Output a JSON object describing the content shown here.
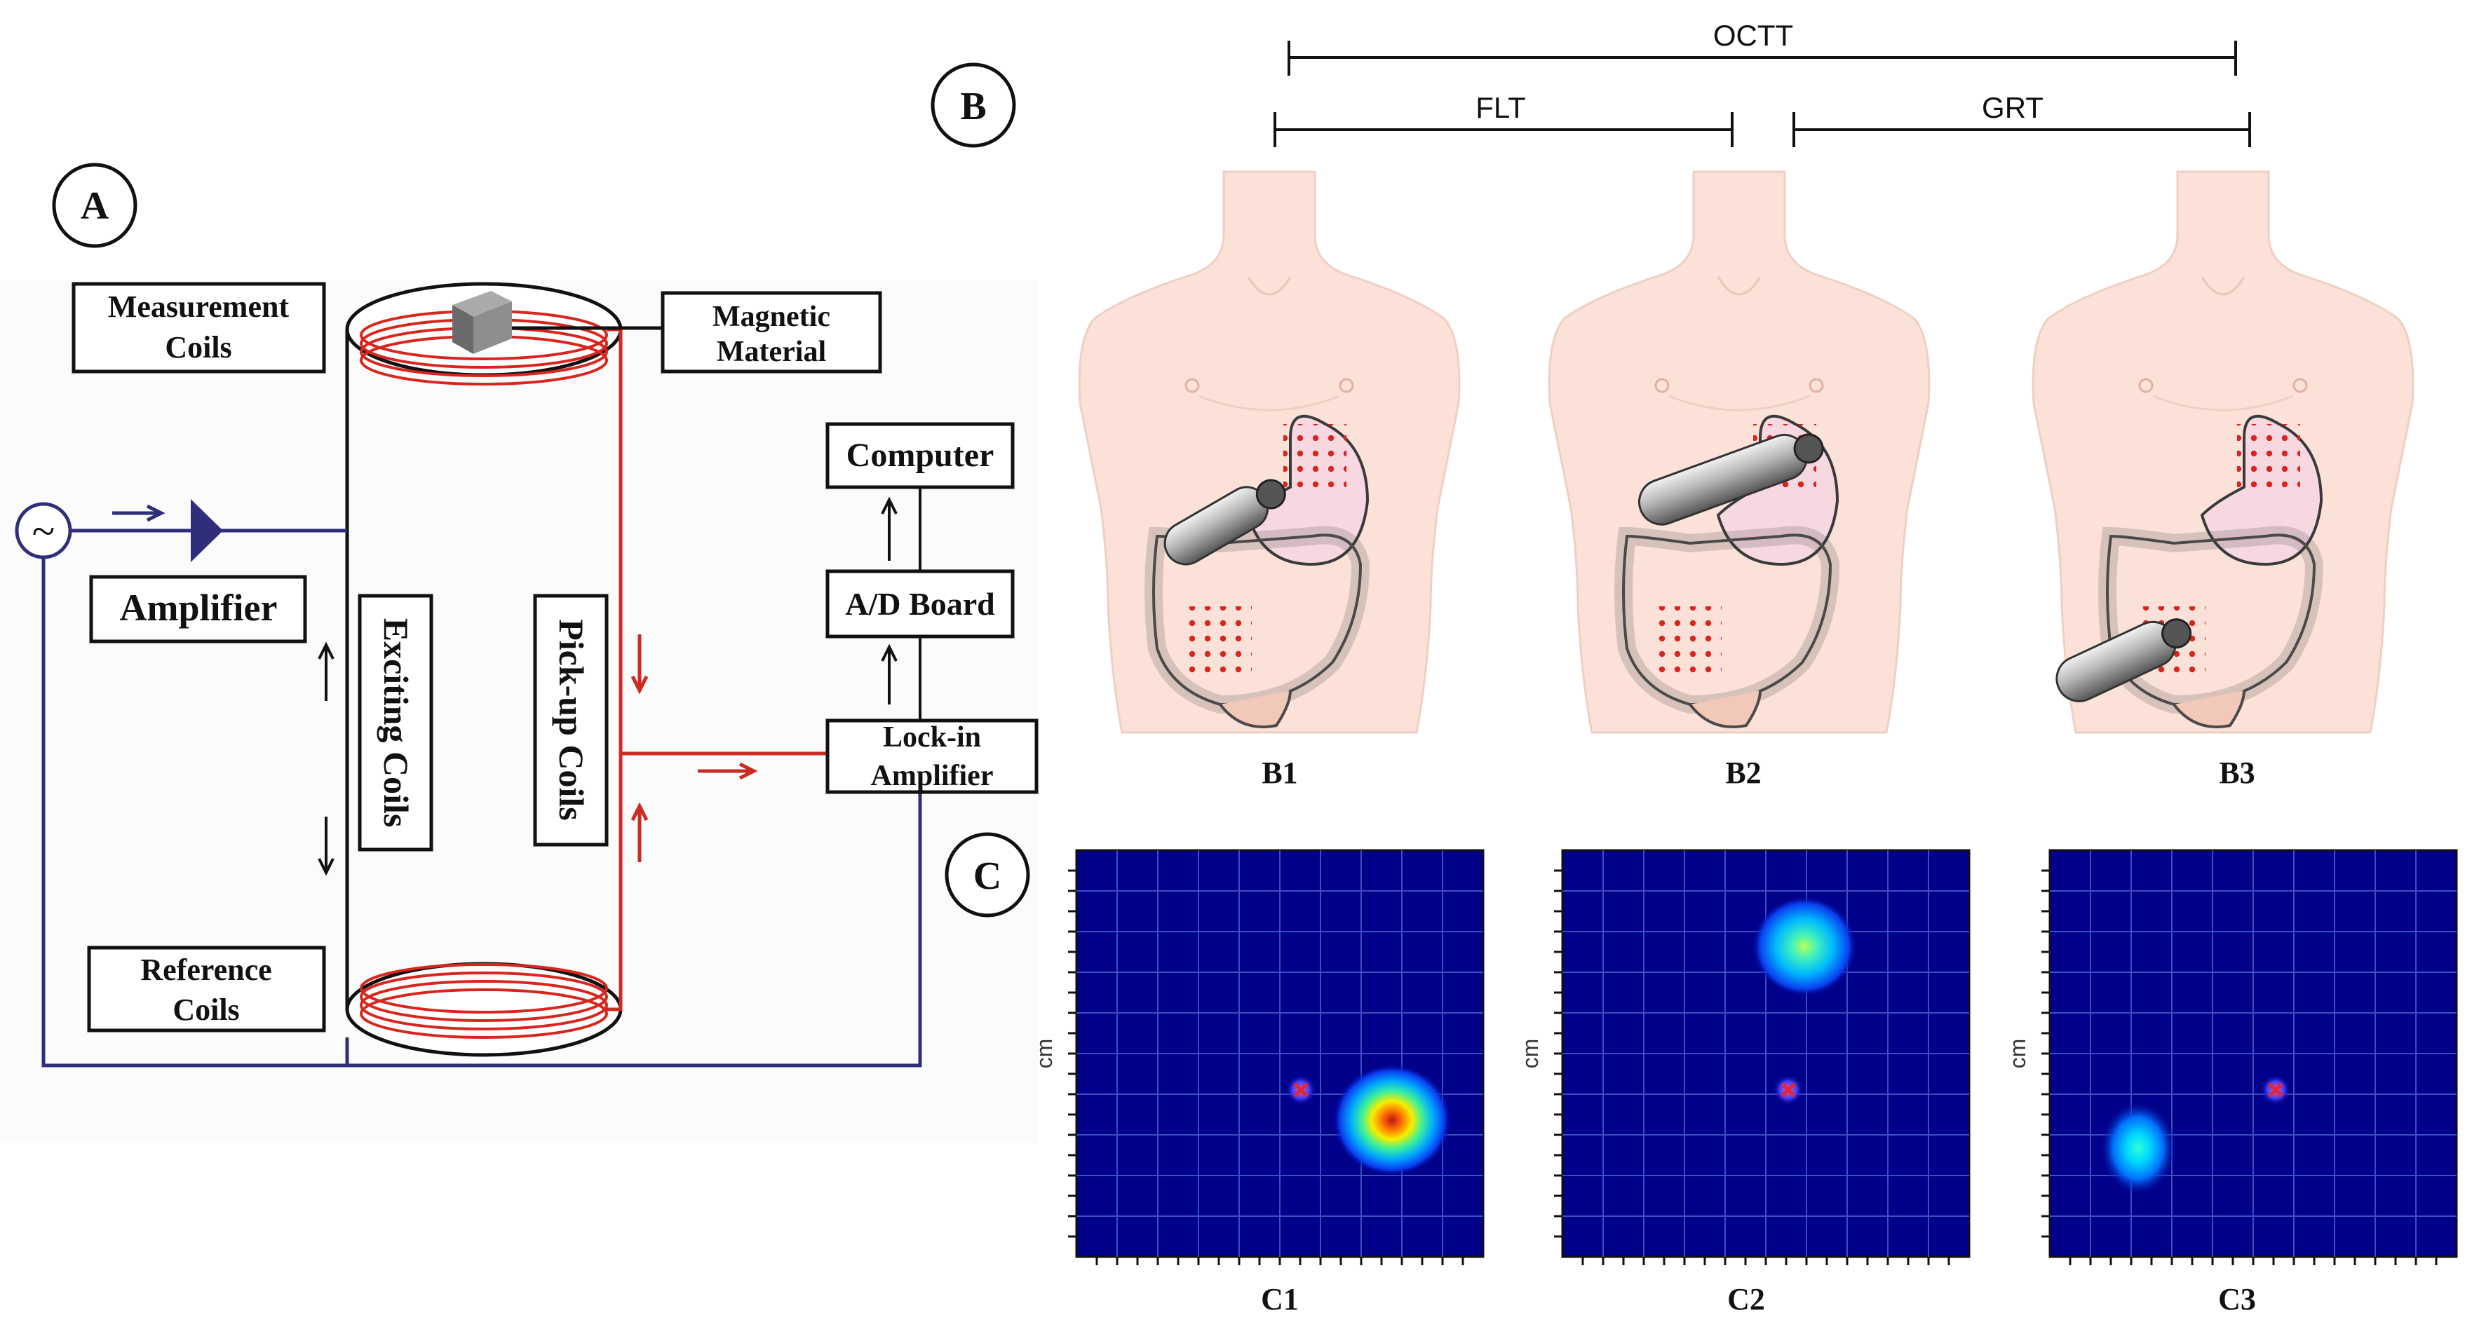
{
  "panel_a": {
    "letter": "A",
    "measurement_coils": [
      "Measurement",
      "Coils"
    ],
    "magnetic_material": [
      "Magnetic",
      "Material"
    ],
    "computer": "Computer",
    "ad_board": "A/D Board",
    "lock_in": [
      "Lock-in",
      "Amplifier"
    ],
    "amplifier": "Amplifier",
    "exciting_coils": "Exciting Coils",
    "pickup_coils": "Pick-up Coils",
    "reference_coils": [
      "Reference",
      "Coils"
    ],
    "source_symbol": "~",
    "colors": {
      "excitation": "#2e2e7a",
      "signal": "#cc2a22",
      "frame": "#111111"
    }
  },
  "panel_b": {
    "letter": "B",
    "octt": "OCTT",
    "flt": "FLT",
    "grt": "GRT",
    "torsos": [
      {
        "label": "B1"
      },
      {
        "label": "B2"
      },
      {
        "label": "B3"
      }
    ]
  },
  "panel_c": {
    "letter": "C",
    "axis_label": "cm",
    "maps": [
      {
        "label": "C1"
      },
      {
        "label": "C2"
      },
      {
        "label": "C3"
      }
    ],
    "colors": {
      "background": "#00008b",
      "grid": "#3a4fc0",
      "marker": "#e0263a"
    }
  }
}
